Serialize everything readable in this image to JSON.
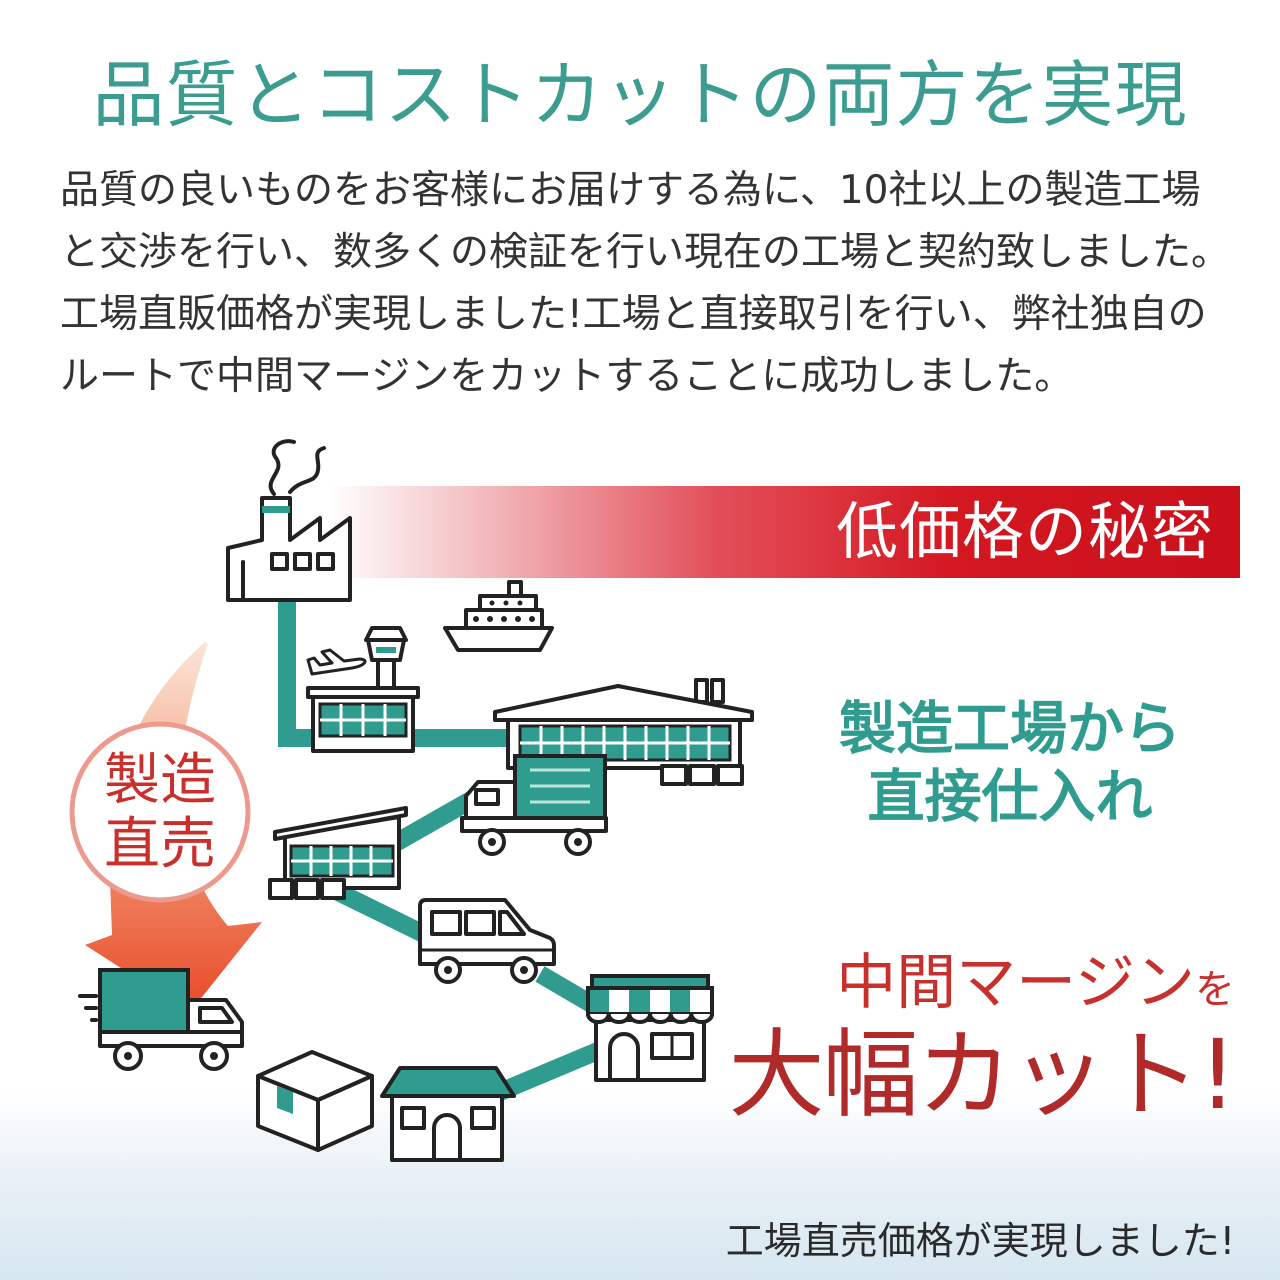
{
  "title": "品質とコストカットの両方を実現",
  "intro": {
    "lines": [
      "品質の良いものをお客様にお届けする為に、10社以上の製造工場",
      "と交渉を行い、数多くの検証を行い現在の工場と契約致しました。",
      "工場直販価格が実現しました!工場と直接取引を行い、弊社独自の",
      "ルートで中間マージンをカットすることに成功しました。"
    ]
  },
  "banner": {
    "label": "低価格の秘密"
  },
  "badge": {
    "line1": "製造",
    "line2": "直売"
  },
  "direct_purchase": {
    "line1": "製造工場から",
    "line2": "直接仕入れ"
  },
  "margin_cut": {
    "line1": "中間マージン",
    "particle": "を",
    "headline": "大幅カット!"
  },
  "footer": {
    "text": "工場直売価格が実現しました!"
  },
  "icons": [
    "factory-icon",
    "ship-icon",
    "airport-icon",
    "warehouse-icon",
    "truck-icon",
    "distribution-center-icon",
    "van-icon",
    "shop-icon",
    "package-icon",
    "house-icon",
    "delivery-truck-icon",
    "curved-arrow-icon"
  ],
  "colors": {
    "teal": "#2f9c8f",
    "banner_red": "#d41822",
    "headline_red": "#b02a2a",
    "text": "#333333"
  }
}
